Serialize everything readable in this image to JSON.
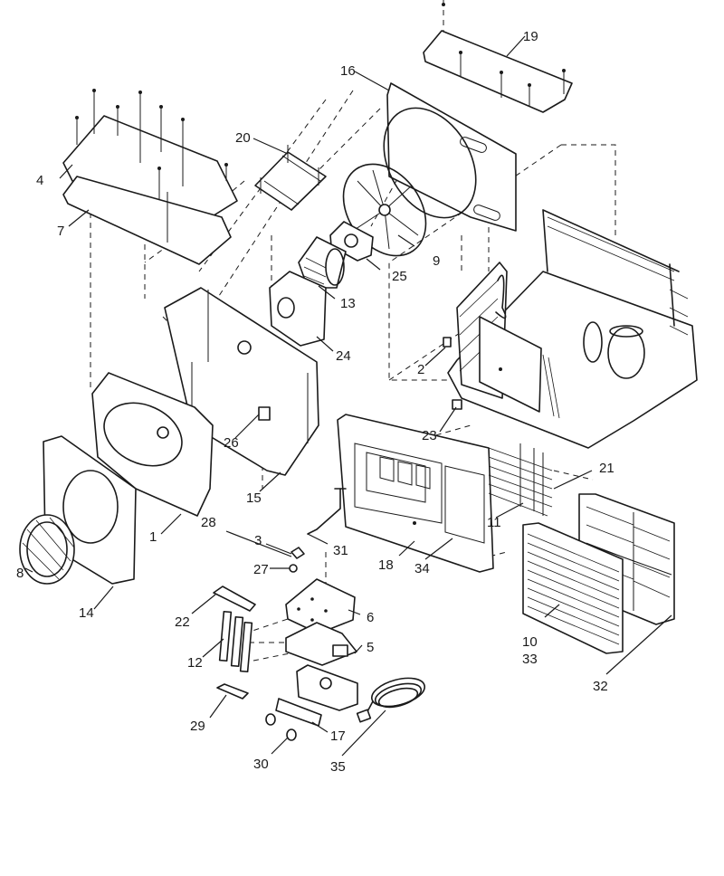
{
  "diagram": {
    "parts": [
      {
        "id": "p1",
        "label": "1"
      },
      {
        "id": "p2",
        "label": "2"
      },
      {
        "id": "p3",
        "label": "3"
      },
      {
        "id": "p4",
        "label": "4"
      },
      {
        "id": "p5",
        "label": "5"
      },
      {
        "id": "p6",
        "label": "6"
      },
      {
        "id": "p7",
        "label": "7"
      },
      {
        "id": "p8",
        "label": "8"
      },
      {
        "id": "p9",
        "label": "9"
      },
      {
        "id": "p10",
        "label": "10"
      },
      {
        "id": "p11",
        "label": "11"
      },
      {
        "id": "p12",
        "label": "12"
      },
      {
        "id": "p13",
        "label": "13"
      },
      {
        "id": "p14",
        "label": "14"
      },
      {
        "id": "p15",
        "label": "15"
      },
      {
        "id": "p16",
        "label": "16"
      },
      {
        "id": "p17",
        "label": "17"
      },
      {
        "id": "p18",
        "label": "18"
      },
      {
        "id": "p19",
        "label": "19"
      },
      {
        "id": "p20",
        "label": "20"
      },
      {
        "id": "p21",
        "label": "21"
      },
      {
        "id": "p22",
        "label": "22"
      },
      {
        "id": "p23",
        "label": "23"
      },
      {
        "id": "p24",
        "label": "24"
      },
      {
        "id": "p25",
        "label": "25"
      },
      {
        "id": "p26",
        "label": "26"
      },
      {
        "id": "p27",
        "label": "27"
      },
      {
        "id": "p28",
        "label": "28"
      },
      {
        "id": "p29",
        "label": "29"
      },
      {
        "id": "p30",
        "label": "30"
      },
      {
        "id": "p31",
        "label": "31"
      },
      {
        "id": "p32",
        "label": "32"
      },
      {
        "id": "p33",
        "label": "33"
      },
      {
        "id": "p34",
        "label": "34"
      },
      {
        "id": "p35",
        "label": "35"
      }
    ]
  }
}
